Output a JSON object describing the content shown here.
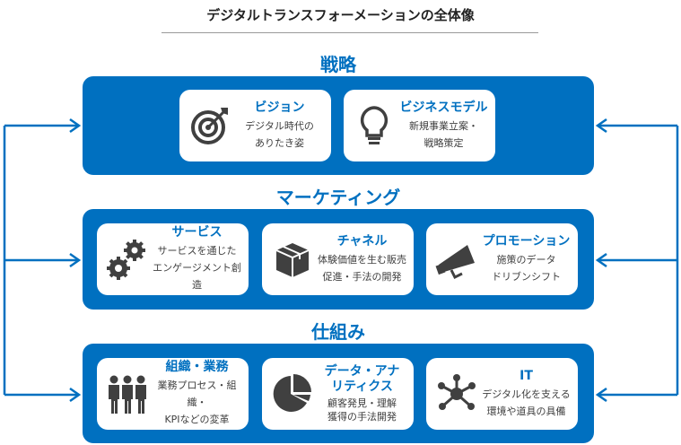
{
  "title": "デジタルトランスフォーメーションの全体像",
  "colors": {
    "accent": "#0070c0",
    "icon": "#404040"
  },
  "sections": [
    {
      "heading": "戦略",
      "cards": [
        {
          "icon": "target-icon",
          "title": "ビジョン",
          "lines": [
            "デジタル時代の",
            "ありたき姿"
          ]
        },
        {
          "icon": "lightbulb-icon",
          "title": "ビジネスモデル",
          "lines": [
            "新規事業立案・",
            "戦略策定"
          ]
        }
      ]
    },
    {
      "heading": "マーケティング",
      "cards": [
        {
          "icon": "gears-icon",
          "title": "サービス",
          "lines": [
            "サービスを通じた",
            "エンゲージメント創造"
          ]
        },
        {
          "icon": "box-icon",
          "title": "チャネル",
          "lines": [
            "体験価値を生む販売",
            "促進・手法の開発"
          ]
        },
        {
          "icon": "megaphone-icon",
          "title": "プロモーション",
          "lines": [
            "施策のデータ",
            "ドリブンシフト"
          ]
        }
      ]
    },
    {
      "heading": "仕組み",
      "cards": [
        {
          "icon": "people-icon",
          "title": "組織・業務",
          "lines": [
            "業務プロセス・組織・",
            "KPIなどの変革"
          ]
        },
        {
          "icon": "pie-chart-icon",
          "title": "データ・アナリティクス",
          "lines": [
            "顧客発見・理解",
            "獲得の手法開発"
          ]
        },
        {
          "icon": "network-icon",
          "title": "IT",
          "lines": [
            "デジタル化を支える",
            "環境や道具の具備"
          ]
        }
      ]
    }
  ]
}
